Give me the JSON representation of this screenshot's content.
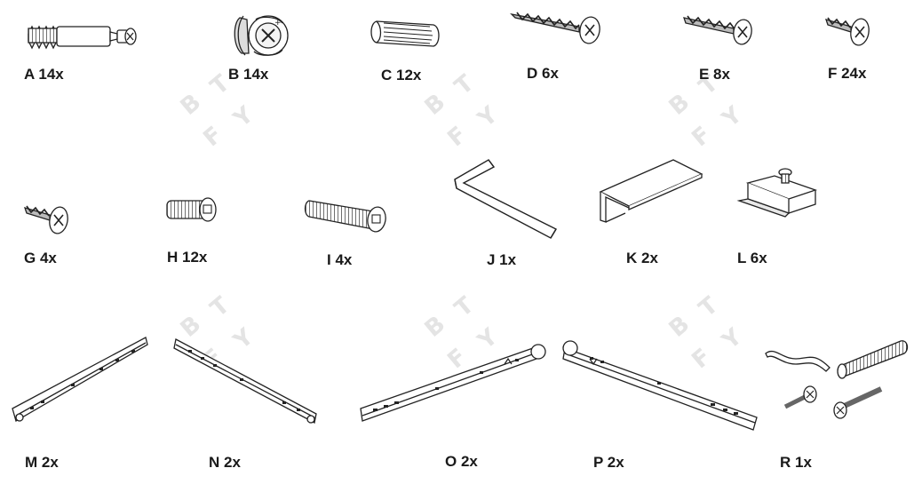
{
  "parts": [
    {
      "id": "A",
      "qty": "14x",
      "label": "A 14x"
    },
    {
      "id": "B",
      "qty": "14x",
      "label": "B 14x"
    },
    {
      "id": "C",
      "qty": "12x",
      "label": "C 12x"
    },
    {
      "id": "D",
      "qty": "6x",
      "label": "D 6x"
    },
    {
      "id": "E",
      "qty": "8x",
      "label": "E 8x"
    },
    {
      "id": "F",
      "qty": "24x",
      "label": "F 24x"
    },
    {
      "id": "G",
      "qty": "4x",
      "label": "G 4x"
    },
    {
      "id": "H",
      "qty": "12x",
      "label": "H 12x"
    },
    {
      "id": "I",
      "qty": "4x",
      "label": "I 4x"
    },
    {
      "id": "J",
      "qty": "1x",
      "label": "J 1x"
    },
    {
      "id": "K",
      "qty": "2x",
      "label": "K 2x"
    },
    {
      "id": "L",
      "qty": "6x",
      "label": "L 6x"
    },
    {
      "id": "M",
      "qty": "2x",
      "label": "M 2x"
    },
    {
      "id": "N",
      "qty": "2x",
      "label": "N 2x"
    },
    {
      "id": "O",
      "qty": "2x",
      "label": "O 2x"
    },
    {
      "id": "P",
      "qty": "2x",
      "label": "P 2x"
    },
    {
      "id": "R",
      "qty": "1x",
      "label": "R 1x"
    }
  ],
  "watermark": {
    "letters": [
      "B",
      "T",
      "F",
      "Y"
    ],
    "color": "#e4e4e4"
  },
  "colors": {
    "line": "#222222",
    "fill": "#ffffff",
    "shade": "#cfcfcf",
    "text": "#1a1a1a"
  }
}
